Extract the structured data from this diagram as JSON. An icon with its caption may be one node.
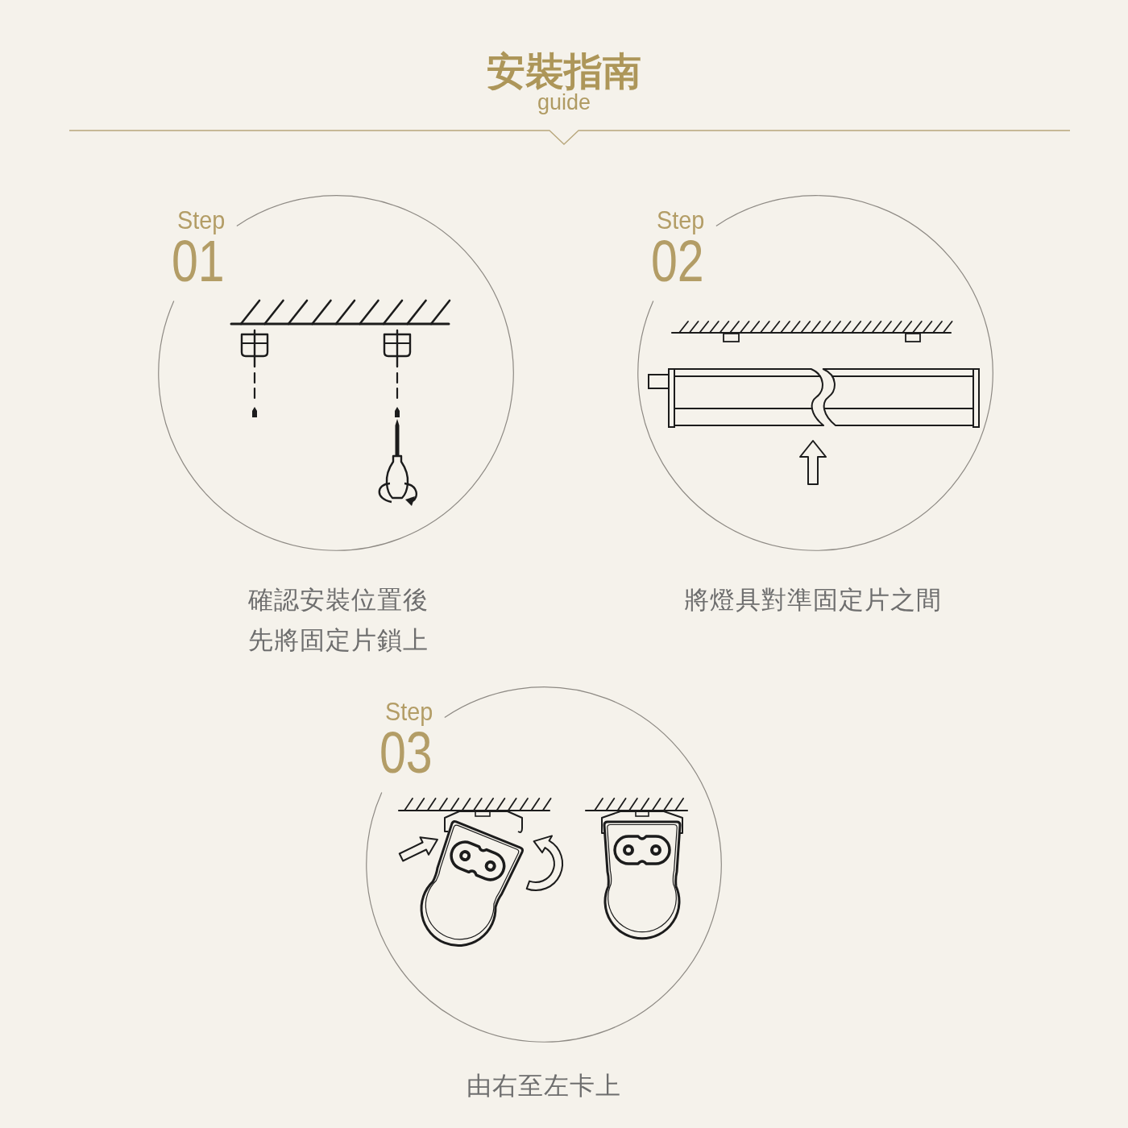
{
  "diagram": {
    "title": "安裝指南",
    "nodes": [
      {
        "text": [
          "Step",
          "01"
        ],
        "beside": [
          "確認安裝位置後先將固定片鎖上"
        ]
      },
      {
        "text": [
          "Step",
          "02"
        ],
        "beside": [
          "將燈具對準固定片之間"
        ]
      },
      {
        "text": [
          "Step",
          "03"
        ],
        "beside": [
          "由右至左卡上"
        ]
      }
    ],
    "labels": [
      "guide"
    ]
  }
}
